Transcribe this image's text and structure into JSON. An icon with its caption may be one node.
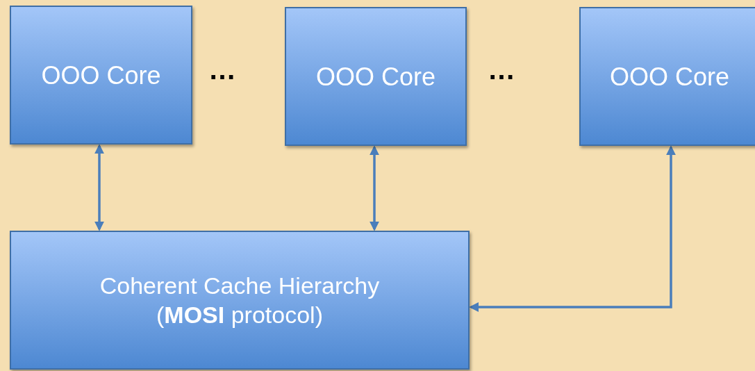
{
  "diagram": {
    "nodes": [
      {
        "text": [
          "OOO Core"
        ]
      },
      {
        "text": [
          "OOO Core"
        ]
      },
      {
        "text": [
          "OOO Core"
        ]
      },
      {
        "text": [
          "Coherent Cache Hierarchy (**MOSI** protocol)"
        ]
      }
    ],
    "edges": [
      {
        "from": 0,
        "to": 3,
        "arrow": "both"
      },
      {
        "from": 1,
        "to": 3,
        "arrow": "both"
      },
      {
        "from": 2,
        "to": 3,
        "arrow": "both"
      }
    ],
    "labels": [
      "…",
      "…"
    ]
  }
}
